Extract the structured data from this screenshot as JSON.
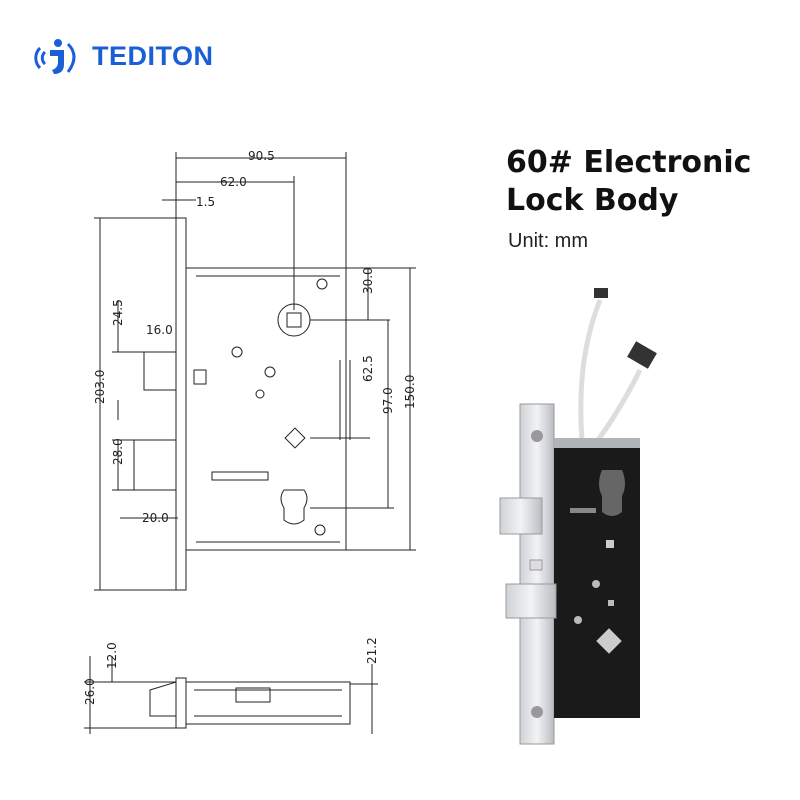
{
  "brand": {
    "name": "TEDITON",
    "color": "#1b5fd6"
  },
  "product": {
    "title_line1": "60# Electronic",
    "title_line2": "Lock Body",
    "unit": "Unit: mm"
  },
  "dimensions": {
    "overall_width": "90.5",
    "center_offset": "62.0",
    "faceplate_thickness": "1.5",
    "overall_height": "203.0",
    "body_height": "150.0",
    "top_to_spindle": "30.0",
    "spindle_to_cylinder": "62.5",
    "spindle_to_keyhole": "97.0",
    "deadbolt_offset": "24.5",
    "deadbolt_throw": "16.0",
    "latch_height": "28.0",
    "latch_throw": "20.0",
    "side_depth": "12.0",
    "side_thickness": "26.0",
    "side_body": "21.2"
  },
  "icons": [
    "tediton-logo-icon",
    "hole-icon"
  ]
}
